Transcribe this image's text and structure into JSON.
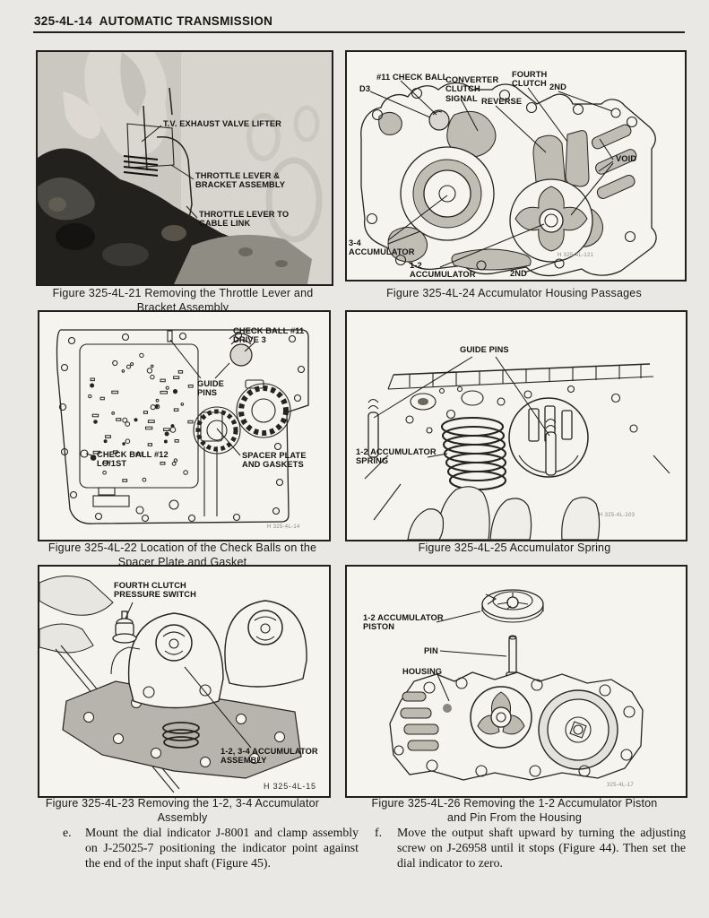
{
  "page": {
    "header": "325-4L-14  AUTOMATIC TRANSMISSION"
  },
  "figures": [
    {
      "caption": "Figure 325-4L-21 Removing the Throttle Lever and\nBracket Assembly",
      "labels": [
        "T.V. EXHAUST VALVE LIFTER",
        "THROTTLE LEVER &\nBRACKET ASSEMBLY",
        "THROTTLE LEVER TO\nCABLE LINK"
      ]
    },
    {
      "caption": "Figure 325-4L-24 Accumulator Housing Passages",
      "code": "H 325-4L-121",
      "labels": [
        "#11 CHECK BALL",
        "D3",
        "CONVERTER\nCLUTCH\nSIGNAL",
        "REVERSE",
        "FOURTH\nCLUTCH",
        "2ND",
        "VOID",
        "3-4\nACCUMULATOR",
        "1-2\nACCUMULATOR",
        "2ND"
      ]
    },
    {
      "caption": "Figure 325-4L-22 Location of the Check Balls on the\nSpacer Plate and Gasket",
      "code": "H 325-4L-14",
      "labels": [
        "CHECK BALL #11\nDRIVE 3",
        "GUIDE\nPINS",
        "CHECK BALL #12\nLO/1ST",
        "SPACER PLATE\nAND GASKETS"
      ]
    },
    {
      "caption": "Figure 325-4L-25 Accumulator Spring",
      "code": "H 325-4L-103",
      "labels": [
        "GUIDE PINS",
        "1-2 ACCUMULATOR\nSPRING"
      ]
    },
    {
      "caption": "Figure 325-4L-23 Removing the 1-2, 3-4 Accumulator\nAssembly",
      "code": "H 325-4L-15",
      "labels": [
        "FOURTH CLUTCH\nPRESSURE SWITCH",
        "1-2, 3-4 ACCUMULATOR\nASSEMBLY"
      ]
    },
    {
      "caption": "Figure 325-4L-26 Removing the 1-2 Accumulator Piston\nand Pin From the Housing",
      "code": "325-4L-17",
      "labels": [
        "1-2 ACCUMULATOR\nPISTON",
        "PIN",
        "HOUSING"
      ]
    }
  ],
  "notes": [
    {
      "marker": "e.",
      "text": "Mount the dial indicator J-8001 and clamp assembly on J-25025-7 positioning the indicator point against the end of the input shaft (Figure 45)."
    },
    {
      "marker": "f.",
      "text": "Move the output shaft upward by turning the adjusting screw on J-26958 until it stops (Figure 44). Then set the dial indicator to zero."
    }
  ]
}
